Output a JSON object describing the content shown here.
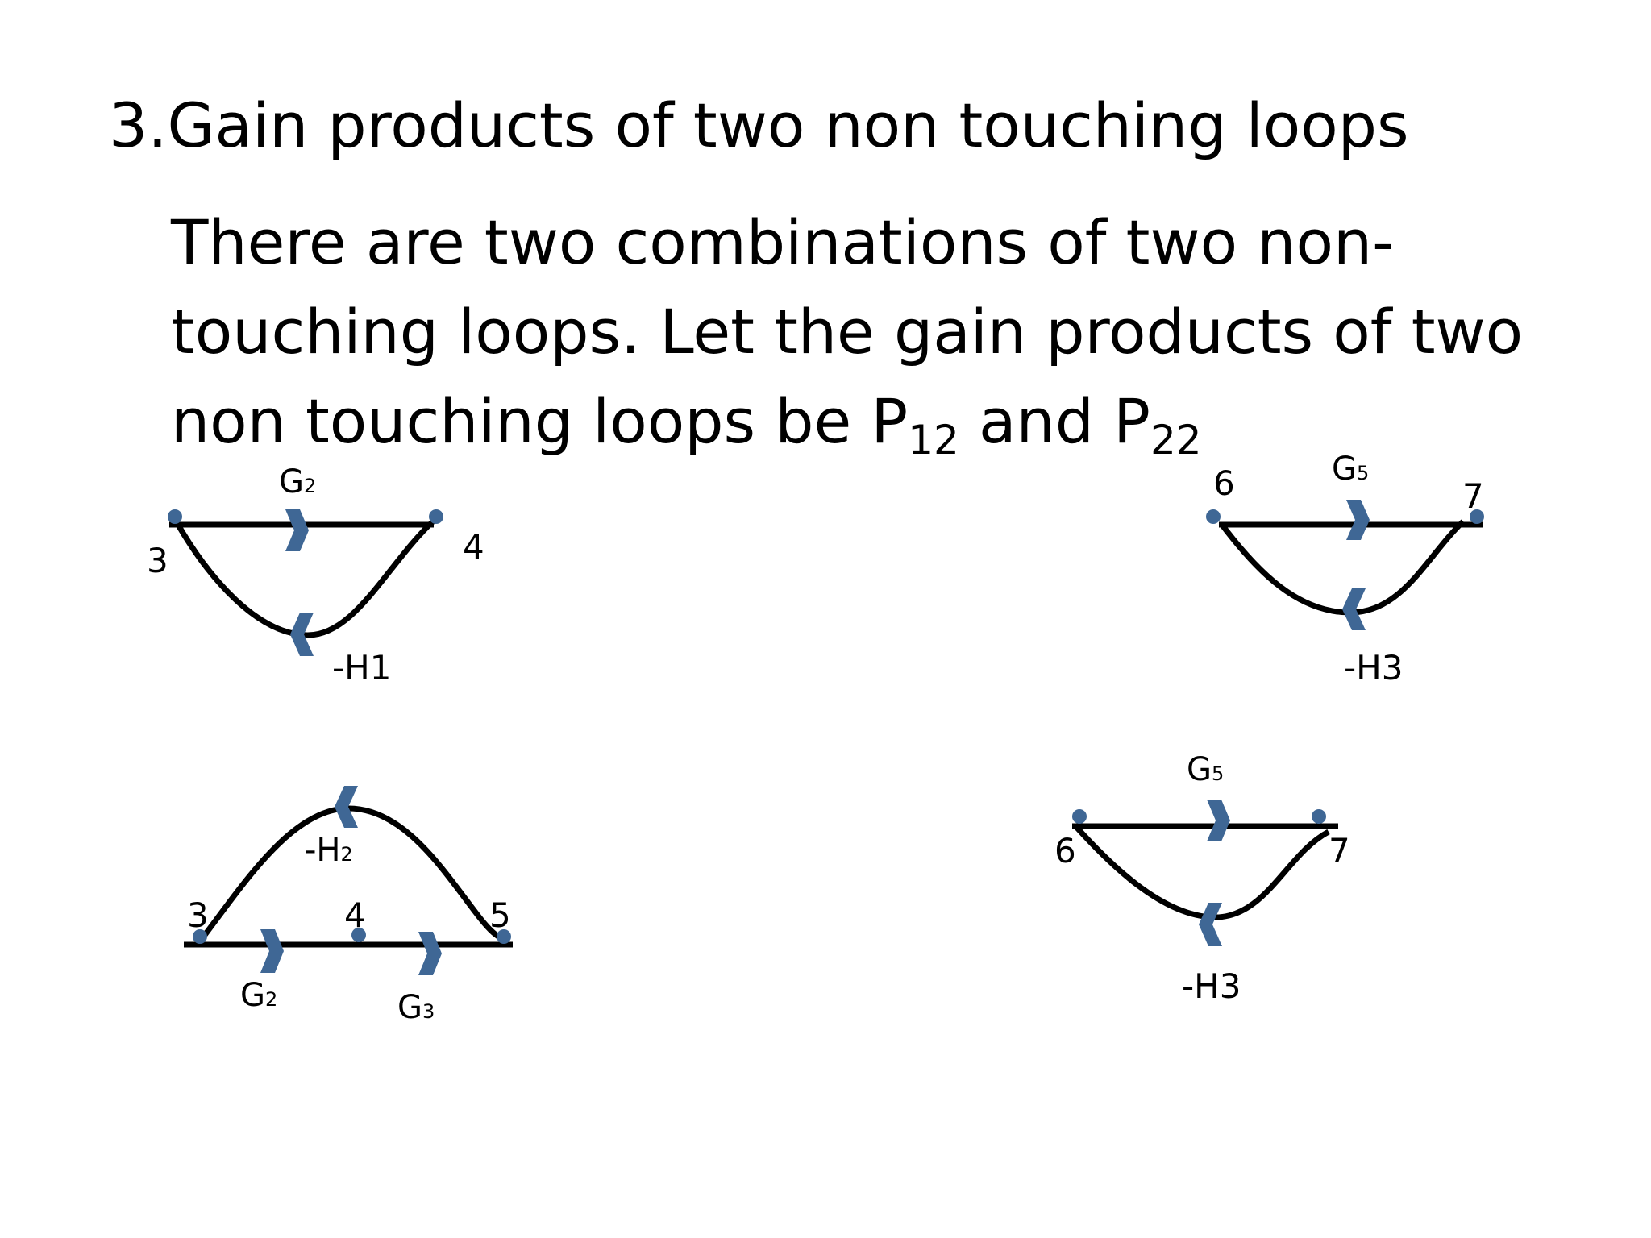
{
  "slide": {
    "title": "3.Gain products of two non touching loops",
    "body_line1": "There are two combinations of two non-",
    "body_line2": "touching loops. Let the gain products of two",
    "body_line3_pre": "non touching loops be P",
    "body_sub1": "12",
    "body_mid": " and P",
    "body_sub2": "22"
  },
  "colors": {
    "line": "#000000",
    "arrow": "#3f6795",
    "node": "#3f6795"
  },
  "diagrams": {
    "d1": {
      "node_a": "3",
      "node_b": "4",
      "forward_label": "G",
      "forward_sub": "2",
      "feedback_label": "-H1"
    },
    "d2": {
      "node_a": "6",
      "node_b": "7",
      "forward_label": "G",
      "forward_sub": "5",
      "feedback_label": "-H3"
    },
    "d3": {
      "node_a": "3",
      "node_b": "4",
      "node_c": "5",
      "forward1_label": "G",
      "forward1_sub": "2",
      "forward2_label": "G",
      "forward2_sub": "3",
      "feedback_label": "-H",
      "feedback_sub": "2"
    },
    "d4": {
      "node_a": "6",
      "node_b": "7",
      "forward_label": "G",
      "forward_sub": "5",
      "feedback_label": "-H3"
    }
  }
}
